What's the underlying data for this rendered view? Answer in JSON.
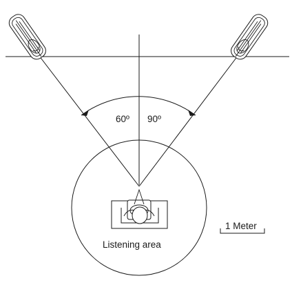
{
  "angles": {
    "left": "60º",
    "right": "90º"
  },
  "listening_area_label": "Listening area",
  "scale_label": "1 Meter",
  "colors": {
    "line": "#1a1a1a",
    "background": "#ffffff"
  }
}
